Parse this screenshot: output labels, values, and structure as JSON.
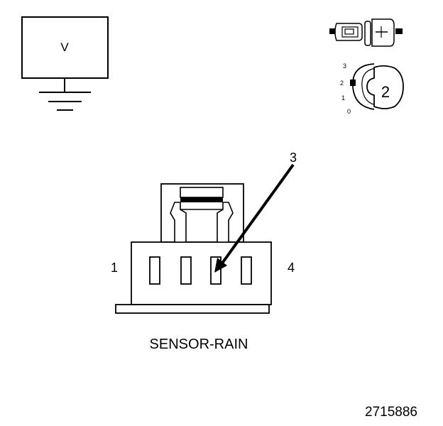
{
  "voltmeter": {
    "label": "V"
  },
  "connector": {
    "caption": "SENSOR-RAIN",
    "pin_left_label": "1",
    "pin_right_label": "4",
    "callout_label": "3"
  },
  "ignition_switch": {
    "positions": [
      "3",
      "2",
      "1",
      "0"
    ],
    "current_position_label": "2"
  },
  "figure_id": "2715886"
}
